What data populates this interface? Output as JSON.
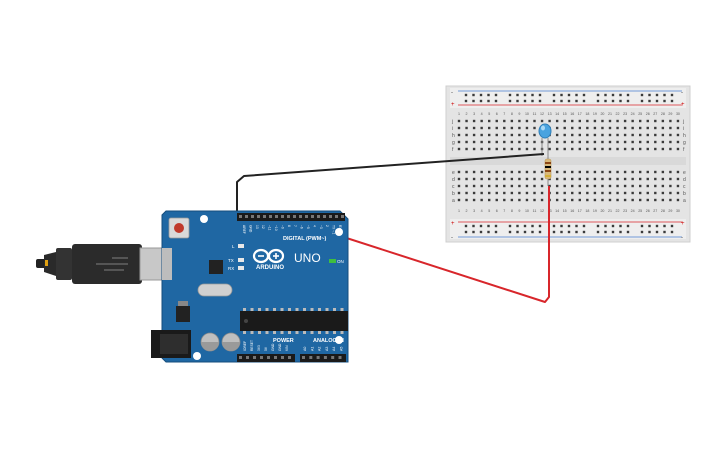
{
  "board": {
    "brand": "ARDUINO",
    "model": "UNO",
    "digital_label": "DIGITAL (PWM~)",
    "power_label": "POWER",
    "analog_label": "ANALOG IN",
    "on_label": "ON",
    "l_label": "L",
    "tx_label": "TX",
    "rx_label": "RX",
    "aref_label": "AREF",
    "gnd_label": "GND",
    "top_pin_labels": [
      "13",
      "12",
      "~11",
      "~10",
      "~9",
      "8",
      "7",
      "~6",
      "~5",
      "4",
      "~3",
      "2",
      "TX→1",
      "RX←0"
    ],
    "power_pin_labels": [
      "IOREF",
      "RESET",
      "3V3",
      "5V",
      "GND",
      "GND",
      "VIN"
    ],
    "analog_pin_labels": [
      "A0",
      "A1",
      "A2",
      "A3",
      "A4",
      "A5"
    ]
  },
  "breadboard": {
    "row_letters_top": [
      "j",
      "i",
      "h",
      "g",
      "f"
    ],
    "row_letters_bottom": [
      "e",
      "d",
      "c",
      "b",
      "a"
    ],
    "column_numbers": [
      "1",
      "2",
      "3",
      "4",
      "5",
      "6",
      "7",
      "8",
      "9",
      "10",
      "11",
      "12",
      "13",
      "14",
      "15",
      "16",
      "17",
      "18",
      "19",
      "20",
      "21",
      "22",
      "23",
      "24",
      "25",
      "26",
      "27",
      "28",
      "29",
      "30"
    ],
    "rail_plus": "+",
    "rail_minus": "-"
  },
  "colors": {
    "board_blue": "#1f67a3",
    "wire_black": "#222222",
    "wire_red": "#d8262b",
    "led_blue": "#4aa3df",
    "breadboard_bg": "#e6e6e6"
  }
}
